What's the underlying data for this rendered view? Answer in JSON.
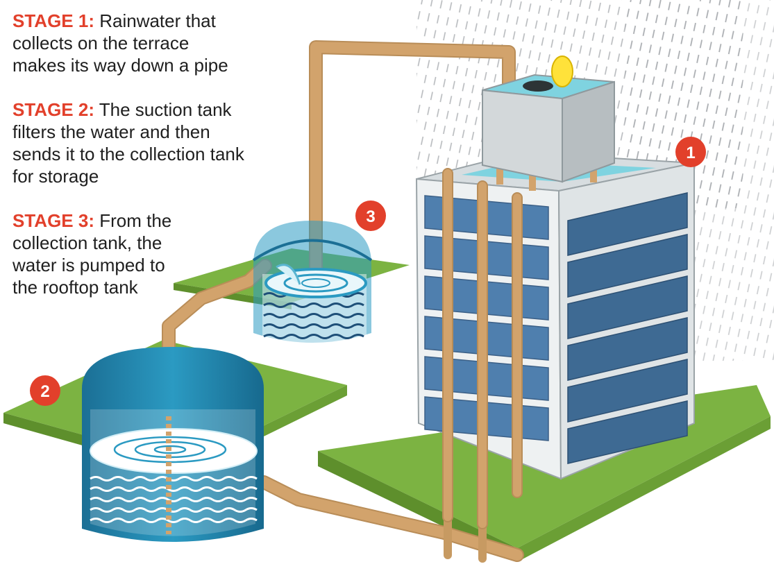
{
  "stages": [
    {
      "label": "STAGE 1:",
      "text": "Rainwater that collects on the terrace makes its way down a pipe"
    },
    {
      "label": "STAGE 2:",
      "text": "The suction tank filters the water and then sends it to the collection tank for storage"
    },
    {
      "label": "STAGE 3:",
      "text": "From the collection tank, the water is pumped to the rooftop tank"
    }
  ],
  "markers": {
    "one": "1",
    "two": "2",
    "three": "3"
  },
  "colors": {
    "stage_label": "#e2402b",
    "badge": "#e2402b",
    "grass": "#7cb342",
    "pipe": "#d2a36c",
    "tank_blue": "#1f89b4",
    "glass_blue": "#4f7fae",
    "building_wall": "#eef1f2"
  }
}
